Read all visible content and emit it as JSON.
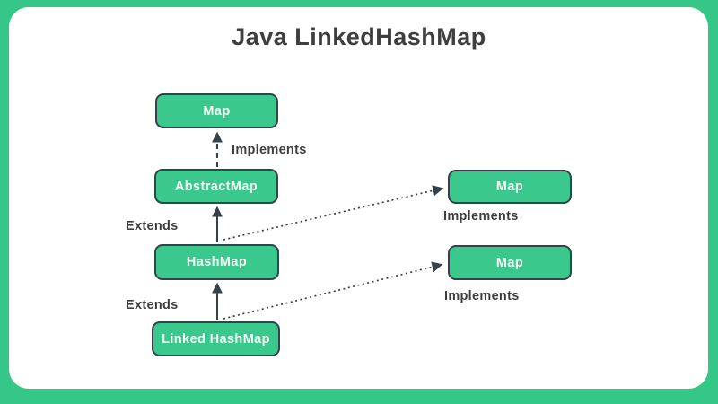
{
  "title": "Java LinkedHashMap",
  "colors": {
    "background": "#35c787",
    "card": "#ffffff",
    "node_fill": "#3ac88c",
    "node_border": "#35424b",
    "node_text": "#f5fcf8",
    "label_text": "#3e3e3e",
    "arrow": "#35424b"
  },
  "diagram": {
    "nodes": [
      {
        "id": "map-top",
        "label": "Map"
      },
      {
        "id": "abstract-map",
        "label": "AbstractMap"
      },
      {
        "id": "hashmap",
        "label": "HashMap"
      },
      {
        "id": "linked-hashmap",
        "label": "Linked HashMap"
      },
      {
        "id": "map-right-top",
        "label": "Map"
      },
      {
        "id": "map-right-bottom",
        "label": "Map"
      }
    ],
    "edges": [
      {
        "from": "abstract-map",
        "to": "map-top",
        "label": "Implements",
        "style": "dashed"
      },
      {
        "from": "hashmap",
        "to": "abstract-map",
        "label": "Extends",
        "style": "solid"
      },
      {
        "from": "linked-hashmap",
        "to": "hashmap",
        "label": "Extends",
        "style": "solid"
      },
      {
        "from": "hashmap",
        "to": "map-right-top",
        "label": "Implements",
        "style": "dotted"
      },
      {
        "from": "linked-hashmap",
        "to": "map-right-bottom",
        "label": "Implements",
        "style": "dotted"
      }
    ]
  }
}
